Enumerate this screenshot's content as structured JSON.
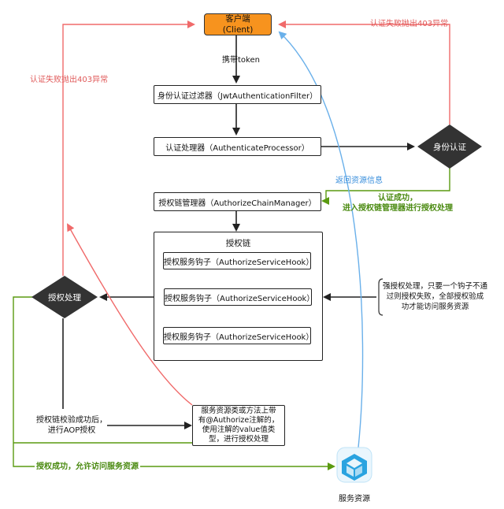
{
  "nodes": {
    "client": {
      "line1": "客户端",
      "line2": "(Client)"
    },
    "jwt_filter": "身份认证过滤器（JwtAuthenticationFilter）",
    "auth_processor": "认证处理器（AuthenticateProcessor）",
    "chain_manager": "授权链管理器（AuthorizeChainManager）",
    "chain": {
      "title": "授权链",
      "hooks": [
        "授权服务钩子（AuthorizeServiceHook）",
        "授权服务钩子（AuthorizeServiceHook）",
        "授权服务钩子（AuthorizeServiceHook）"
      ]
    },
    "identity_auth": "身份认证",
    "authz_process": "授权处理",
    "annotation_box": [
      "服务资源类或方法上带",
      "有@Authorize注解的，",
      "使用注解的value值类",
      "型，进行授权处理"
    ],
    "service": "服务资源"
  },
  "edge_labels": {
    "carry_token": "携带token",
    "auth_fail_right": "认证失败抛出403异常",
    "auth_fail_left": "认证失败抛出403异常",
    "return_resource": "返回资源信息",
    "auth_success": [
      "认证成功，",
      "进入授权链管理器进行授权处理"
    ],
    "strong_authz": [
      "强授权处理，只要一个钩子不通",
      "过则授权失败，全部授权验成",
      "功才能访问服务资源"
    ],
    "aop_authz": [
      "授权链校验成功后，",
      "进行AOP授权"
    ],
    "authz_success": "授权成功，允许访问服务资源"
  },
  "colors": {
    "client_fill": "#f7931e",
    "diamond_fill": "#333333",
    "fail_red": "#f06a6a",
    "success_green": "#5a9a10",
    "return_blue": "#6ab0ea",
    "service_icon": "#2aa3e0"
  },
  "icons": {
    "service": "cube-cluster-icon"
  }
}
